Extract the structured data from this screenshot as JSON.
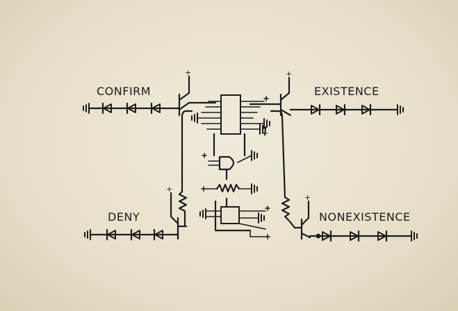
{
  "labels": {
    "confirm": "CONFIRM",
    "existence": "EXISTENCE",
    "deny": "DENY",
    "nonexistence": "NONEXISTENCE"
  },
  "supply_symbol": "+"
}
